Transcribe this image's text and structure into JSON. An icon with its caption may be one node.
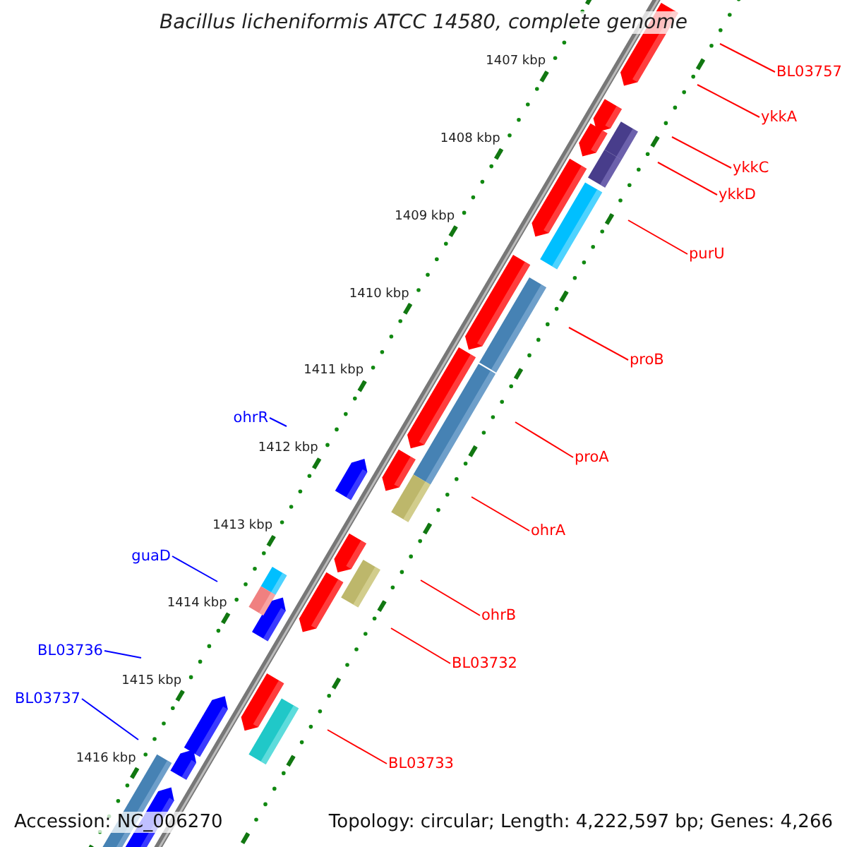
{
  "diagram": {
    "title": "Bacillus licheniformis ATCC 14580, complete genome",
    "nodes": [
      {
        "text": [
          "BL03757"
        ]
      },
      {
        "text": [
          "ykkA"
        ]
      },
      {
        "text": [
          "ykkC"
        ]
      },
      {
        "text": [
          "ykkD"
        ]
      },
      {
        "text": [
          "purU"
        ]
      },
      {
        "text": [
          "proB"
        ]
      },
      {
        "text": [
          "ohrR"
        ]
      },
      {
        "text": [
          "proA"
        ]
      },
      {
        "text": [
          "ohrA"
        ]
      },
      {
        "text": [
          "guaD"
        ]
      },
      {
        "text": [
          "ohrB"
        ]
      },
      {
        "text": [
          "BL03732"
        ]
      },
      {
        "text": [
          "BL03736"
        ]
      },
      {
        "text": [
          "BL03737"
        ]
      },
      {
        "text": [
          "BL03733"
        ]
      }
    ],
    "edges": [
      {
        "from": 0,
        "to": null,
        "arrow": "none"
      },
      {
        "from": 1,
        "to": null,
        "arrow": "none"
      },
      {
        "from": 2,
        "to": null,
        "arrow": "none"
      },
      {
        "from": 3,
        "to": null,
        "arrow": "none"
      },
      {
        "from": 4,
        "to": null,
        "arrow": "none"
      },
      {
        "from": 5,
        "to": null,
        "arrow": "none"
      },
      {
        "from": 6,
        "to": null,
        "arrow": "none",
        "color": "#0000ff"
      },
      {
        "from": 7,
        "to": null,
        "arrow": "none"
      },
      {
        "from": 8,
        "to": null,
        "arrow": "none"
      },
      {
        "from": 9,
        "to": null,
        "arrow": "none",
        "color": "#0000ff"
      },
      {
        "from": 10,
        "to": null,
        "arrow": "none"
      },
      {
        "from": 11,
        "to": null,
        "arrow": "none"
      },
      {
        "from": 12,
        "to": null,
        "arrow": "none",
        "color": "#0000ff"
      },
      {
        "from": 13,
        "to": null,
        "arrow": "none",
        "color": "#0000ff"
      },
      {
        "from": 14,
        "to": null,
        "arrow": "none"
      }
    ],
    "labels": [
      "1407 kbp",
      "1408 kbp",
      "1409 kbp",
      "1410 kbp",
      "1411 kbp",
      "1412 kbp",
      "1413 kbp",
      "1414 kbp",
      "1415 kbp",
      "1416 kbp",
      "Accession: NC_006270",
      "Topology: circular; Length: 4,222,597 bp; Genes: 4,266"
    ]
  }
}
